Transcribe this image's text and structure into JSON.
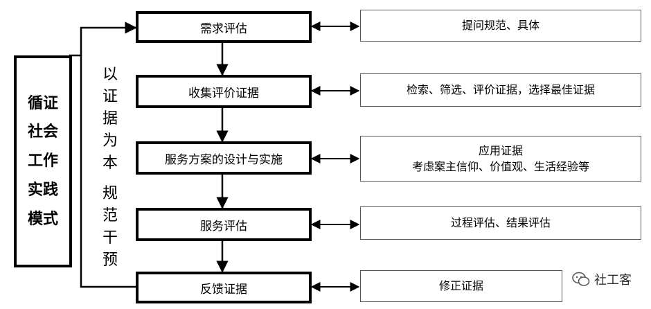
{
  "model_title": [
    "循证",
    "社会",
    "工作",
    "实践",
    "模式"
  ],
  "side_label_top": [
    "以",
    "证",
    "据",
    "为",
    "本"
  ],
  "side_label_bottom": [
    "规",
    "范",
    "干",
    "预"
  ],
  "steps": [
    {
      "label": "需求评估",
      "desc": [
        "提问规范、具体"
      ]
    },
    {
      "label": "收集评价证据",
      "desc": [
        "检索、筛选、评价证据，选择最佳证据"
      ]
    },
    {
      "label": "服务方案的设计与实施",
      "desc": [
        "应用证据",
        "考虑案主信仰、价值观、生活经验等"
      ]
    },
    {
      "label": "服务评估",
      "desc": [
        "过程评估、结果评估"
      ]
    },
    {
      "label": "反馈证据",
      "desc": [
        "修正证据"
      ]
    }
  ],
  "watermark": "社工客",
  "watermark_icon": "wechat-icon"
}
